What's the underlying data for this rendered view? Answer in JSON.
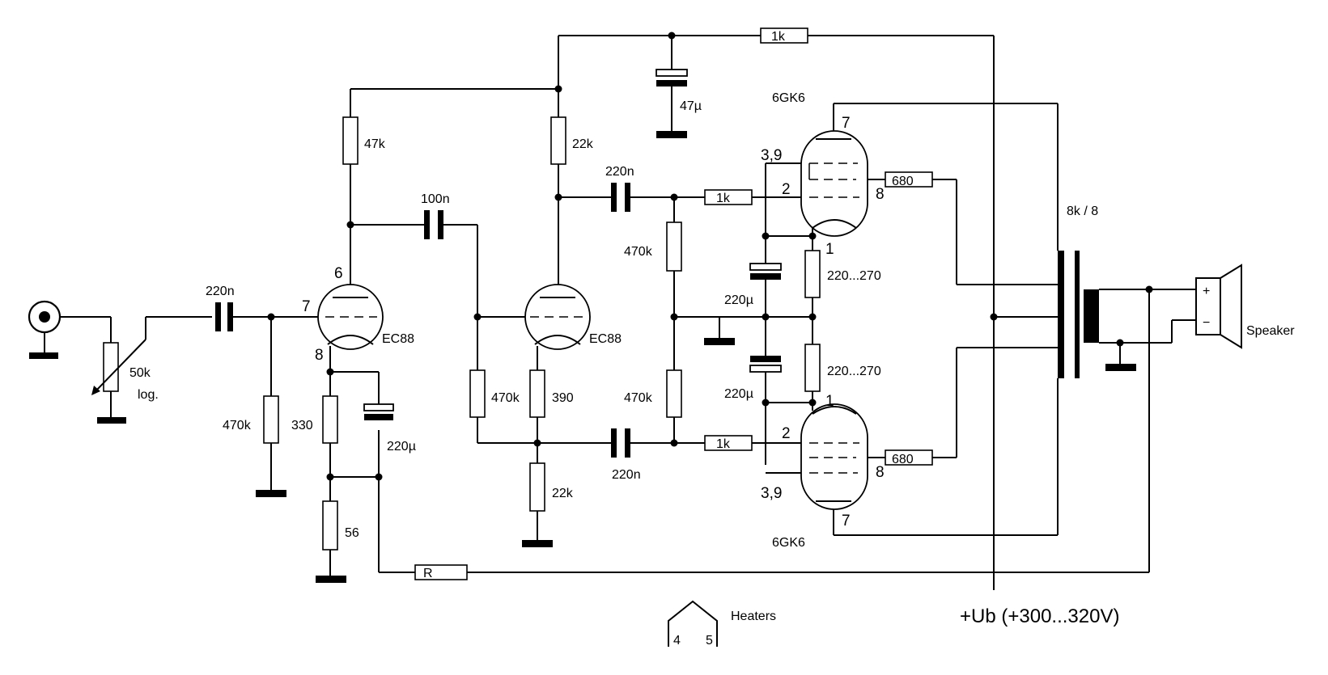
{
  "components": {
    "r_anode1": "47k",
    "r_anode2": "22k",
    "r_supply": "1k",
    "c_supply": "47µ",
    "c_input": "220n",
    "pot": "50k",
    "pot_taper": "log.",
    "r_grid1": "470k",
    "r_cathode1": "330",
    "c_cathode1": "220µ",
    "r_feedback_shunt": "56",
    "r_feedback": "R",
    "c_coupling1": "100n",
    "r_grid2": "470k",
    "r_cathode2": "390",
    "r_tail": "22k",
    "c_coupling_top": "220n",
    "c_coupling_bottom": "220n",
    "r_gridleak_top": "470k",
    "r_gridleak_bottom": "470k",
    "r_gridstop_top": "1k",
    "r_gridstop_bottom": "1k",
    "r_cathode_top": "220...270",
    "r_cathode_bottom": "220...270",
    "c_cathode_top": "220µ",
    "c_cathode_bottom": "220µ",
    "r_screen_top": "680",
    "r_screen_bottom": "680"
  },
  "tubes": {
    "preamp1": "EC88",
    "preamp2": "EC88",
    "output_top": "6GK6",
    "output_bottom": "6GK6"
  },
  "pins": {
    "v1_anode": "6",
    "v1_grid": "7",
    "v1_cathode": "8",
    "out_plate": "7",
    "out_g1": "2",
    "out_g3k": "3,9",
    "out_k": "1",
    "out_g2": "8"
  },
  "transformer": "8k / 8",
  "speaker": {
    "label": "Speaker",
    "plus": "+",
    "minus": "−"
  },
  "supply": "+Ub (+300...320V)",
  "heaters": {
    "label": "Heaters",
    "pin_a": "4",
    "pin_b": "5"
  }
}
